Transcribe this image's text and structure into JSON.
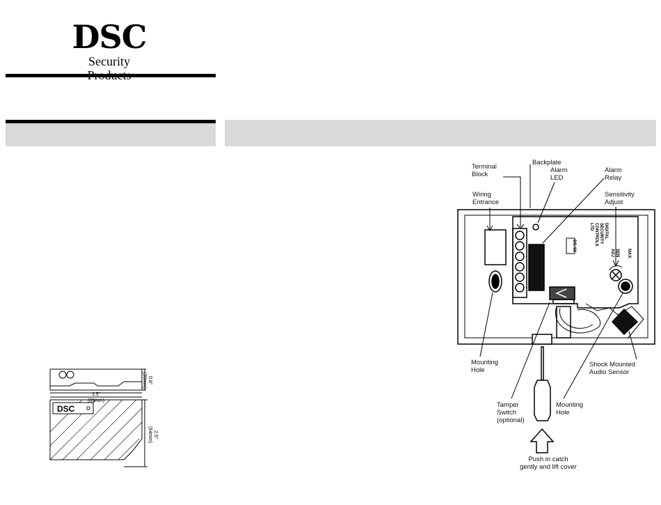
{
  "logo": {
    "word": "DSC",
    "sub": "Security Products"
  },
  "dimension_drawing": {
    "logo_label": "DSC",
    "height_in": "0.8\"",
    "height_mm": "(20mm)",
    "width_in": "3.5\"",
    "width_mm": "(89mm)",
    "depth_in": "2.5\"",
    "depth_mm": "(64mm)"
  },
  "callouts": {
    "terminal_block": [
      "Terminal",
      "Block"
    ],
    "backplate": "Backplate",
    "alarm_led": [
      "Alarm",
      "LED"
    ],
    "alarm_relay": [
      "Alarm",
      "Relay"
    ],
    "sensitivity_adjust": [
      "Sensitivity",
      "Adjust"
    ],
    "wiring_entrance": [
      "Wiring",
      "Entrance"
    ],
    "mounting_hole_left": [
      "Mounting",
      "Hole"
    ],
    "tamper_switch": [
      "Tamper",
      "Switch",
      "(optional)"
    ],
    "mounting_hole_right": [
      "Mounting",
      "Hole"
    ],
    "audio_sensor": [
      "Shock Mounted",
      "Audio Sensor"
    ],
    "push_catch": [
      "Push in catch",
      "gently and lift cover"
    ]
  },
  "board_text": {
    "company": [
      "DIGITAL",
      "SECURITY",
      "CONTROLS",
      "LTD"
    ],
    "model": "DG-50",
    "pot_max": "MAX",
    "pot_sen": "SEN",
    "pot_adj": "ADJ"
  }
}
